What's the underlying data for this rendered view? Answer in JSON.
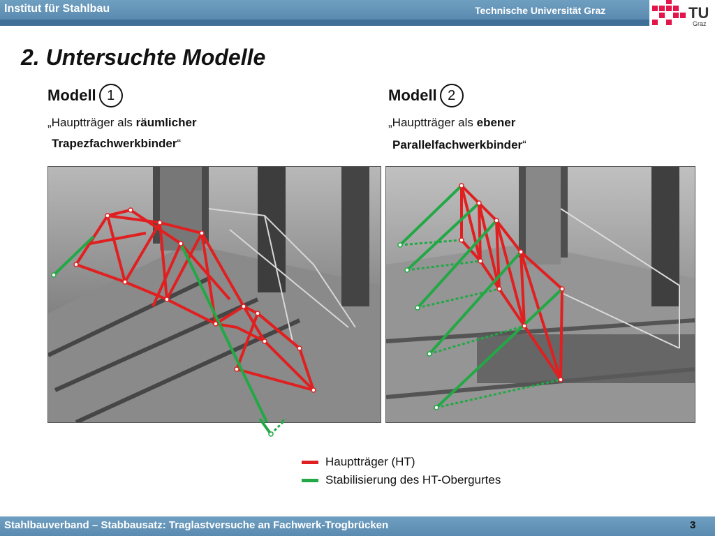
{
  "header": {
    "institute": "Institut für Stahlbau",
    "university": "Technische Universität Graz",
    "logo_text": "TU",
    "logo_sub": "Graz"
  },
  "title": "2. Untersuchte Modelle",
  "models": [
    {
      "label": "Modell",
      "number": "1",
      "desc_prefix": "„Hauptträger als ",
      "desc_bold": "räumlicher",
      "desc_line2_bold": "Trapezfachwerkbinder",
      "desc_suffix": "“"
    },
    {
      "label": "Modell",
      "number": "2",
      "desc_prefix": "„Hauptträger als ",
      "desc_bold": "ebener",
      "desc_line2_bold": "Parallelfachwerkbinder",
      "desc_suffix": "“"
    }
  ],
  "legend": [
    {
      "label": "Hauptträger (HT)",
      "color": "#e02020"
    },
    {
      "label": "Stabilisierung des HT-Obergurtes",
      "color": "#22a845"
    }
  ],
  "footer": {
    "text": "Stahlbauverband – Stabbausatz: Traglastversuche an Fachwerk-Trogbrücken",
    "page": "3"
  },
  "colors": {
    "main_girder": "#e02020",
    "stabilization": "#22a845",
    "bar": "#5a8ab0"
  }
}
